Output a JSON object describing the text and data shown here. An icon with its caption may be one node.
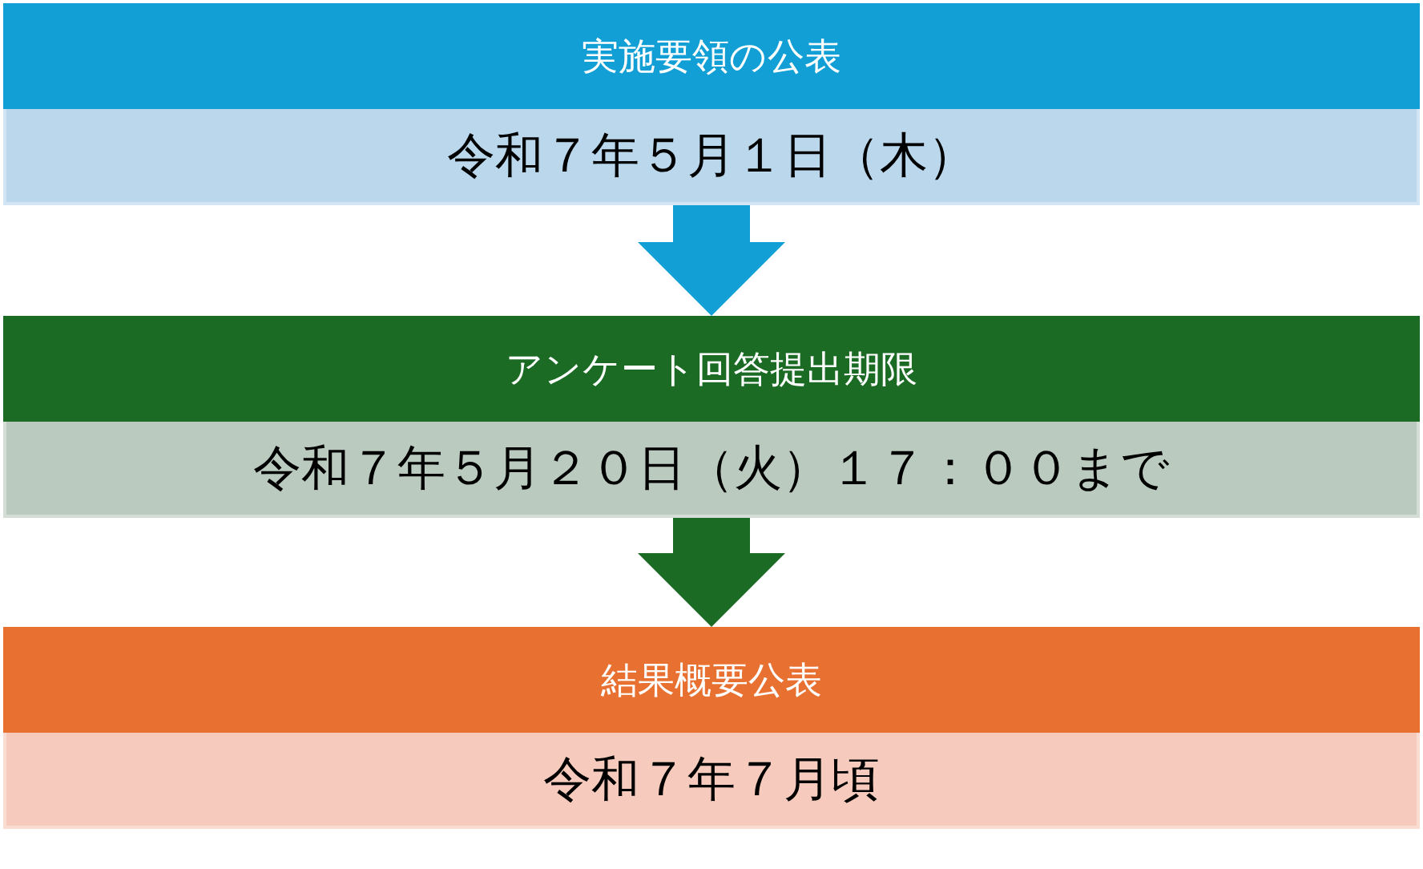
{
  "diagram": {
    "nodes": [
      {
        "text": [
          "実施要領の公表",
          "令和７年５月１日（木）"
        ]
      },
      {
        "text": [
          "アンケート回答提出期限",
          "令和７年５月２０日（火）１７：００まで"
        ]
      },
      {
        "text": [
          "結果概要公表",
          "令和７年７月頃"
        ]
      }
    ],
    "edges": [
      {
        "from": 0,
        "to": 1,
        "arrow": "to",
        "color": "#119fd6"
      },
      {
        "from": 1,
        "to": 2,
        "arrow": "to",
        "color": "#1b6b25"
      }
    ]
  }
}
